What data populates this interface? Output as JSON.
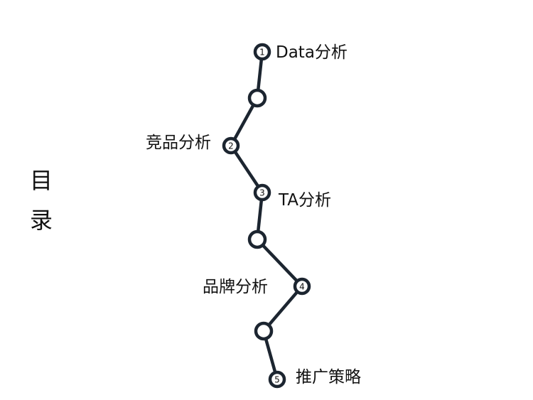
{
  "title": "目录",
  "line_color": "#1c2530",
  "steps": [
    {
      "number": "1",
      "label": "Data分析"
    },
    {
      "number": "2",
      "label": "竞品分析"
    },
    {
      "number": "3",
      "label": "TA分析"
    },
    {
      "number": "4",
      "label": "品牌分析"
    },
    {
      "number": "5",
      "label": "推广策略"
    }
  ]
}
